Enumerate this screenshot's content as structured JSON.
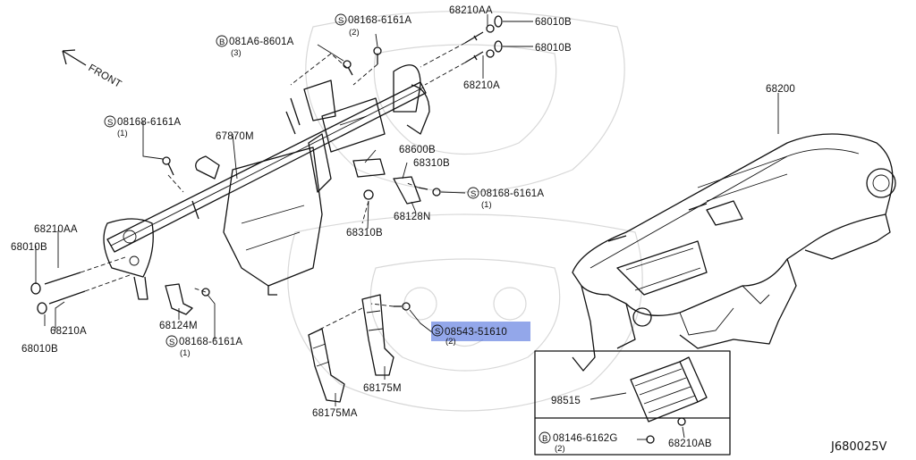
{
  "front_label": "FRONT",
  "diagram_code": "J680025V",
  "symbols": {
    "screw": "S",
    "bolt": "B"
  },
  "labels": {
    "p68210AA_top": "68210AA",
    "p68010B_top1": "68010B",
    "p68010B_top2": "68010B",
    "p68210A_top": "68210A",
    "s08168_top": "08168-6161A",
    "s08168_top_qty": "(2)",
    "b081A6": "081A6-8601A",
    "b081A6_qty": "(3)",
    "s08168_left": "08168-6161A",
    "s08168_left_qty": "(1)",
    "p67870M": "67870M",
    "p68200": "68200",
    "p68600B": "68600B",
    "p68310B_a": "68310B",
    "s08168_mid": "08168-6161A",
    "s08168_mid_qty": "(1)",
    "p68128N": "68128N",
    "p68310B_b": "68310B",
    "p68210AA_left": "68210AA",
    "p68010B_left": "68010B",
    "p68210A_left": "68210A",
    "p68010B_left2": "68010B",
    "p68124M": "68124M",
    "s08168_bottom": "08168-6161A",
    "s08168_bottom_qty": "(1)",
    "s08543": "08543-51610",
    "s08543_qty": "(2)",
    "p68175M": "68175M",
    "p68175MA": "68175MA",
    "p98515": "98515",
    "b08146": "08146-6162G",
    "b08146_qty": "(2)",
    "p68210AB": "68210AB"
  },
  "highlight": {
    "target": "s08543",
    "color": "#3a5fd8"
  }
}
